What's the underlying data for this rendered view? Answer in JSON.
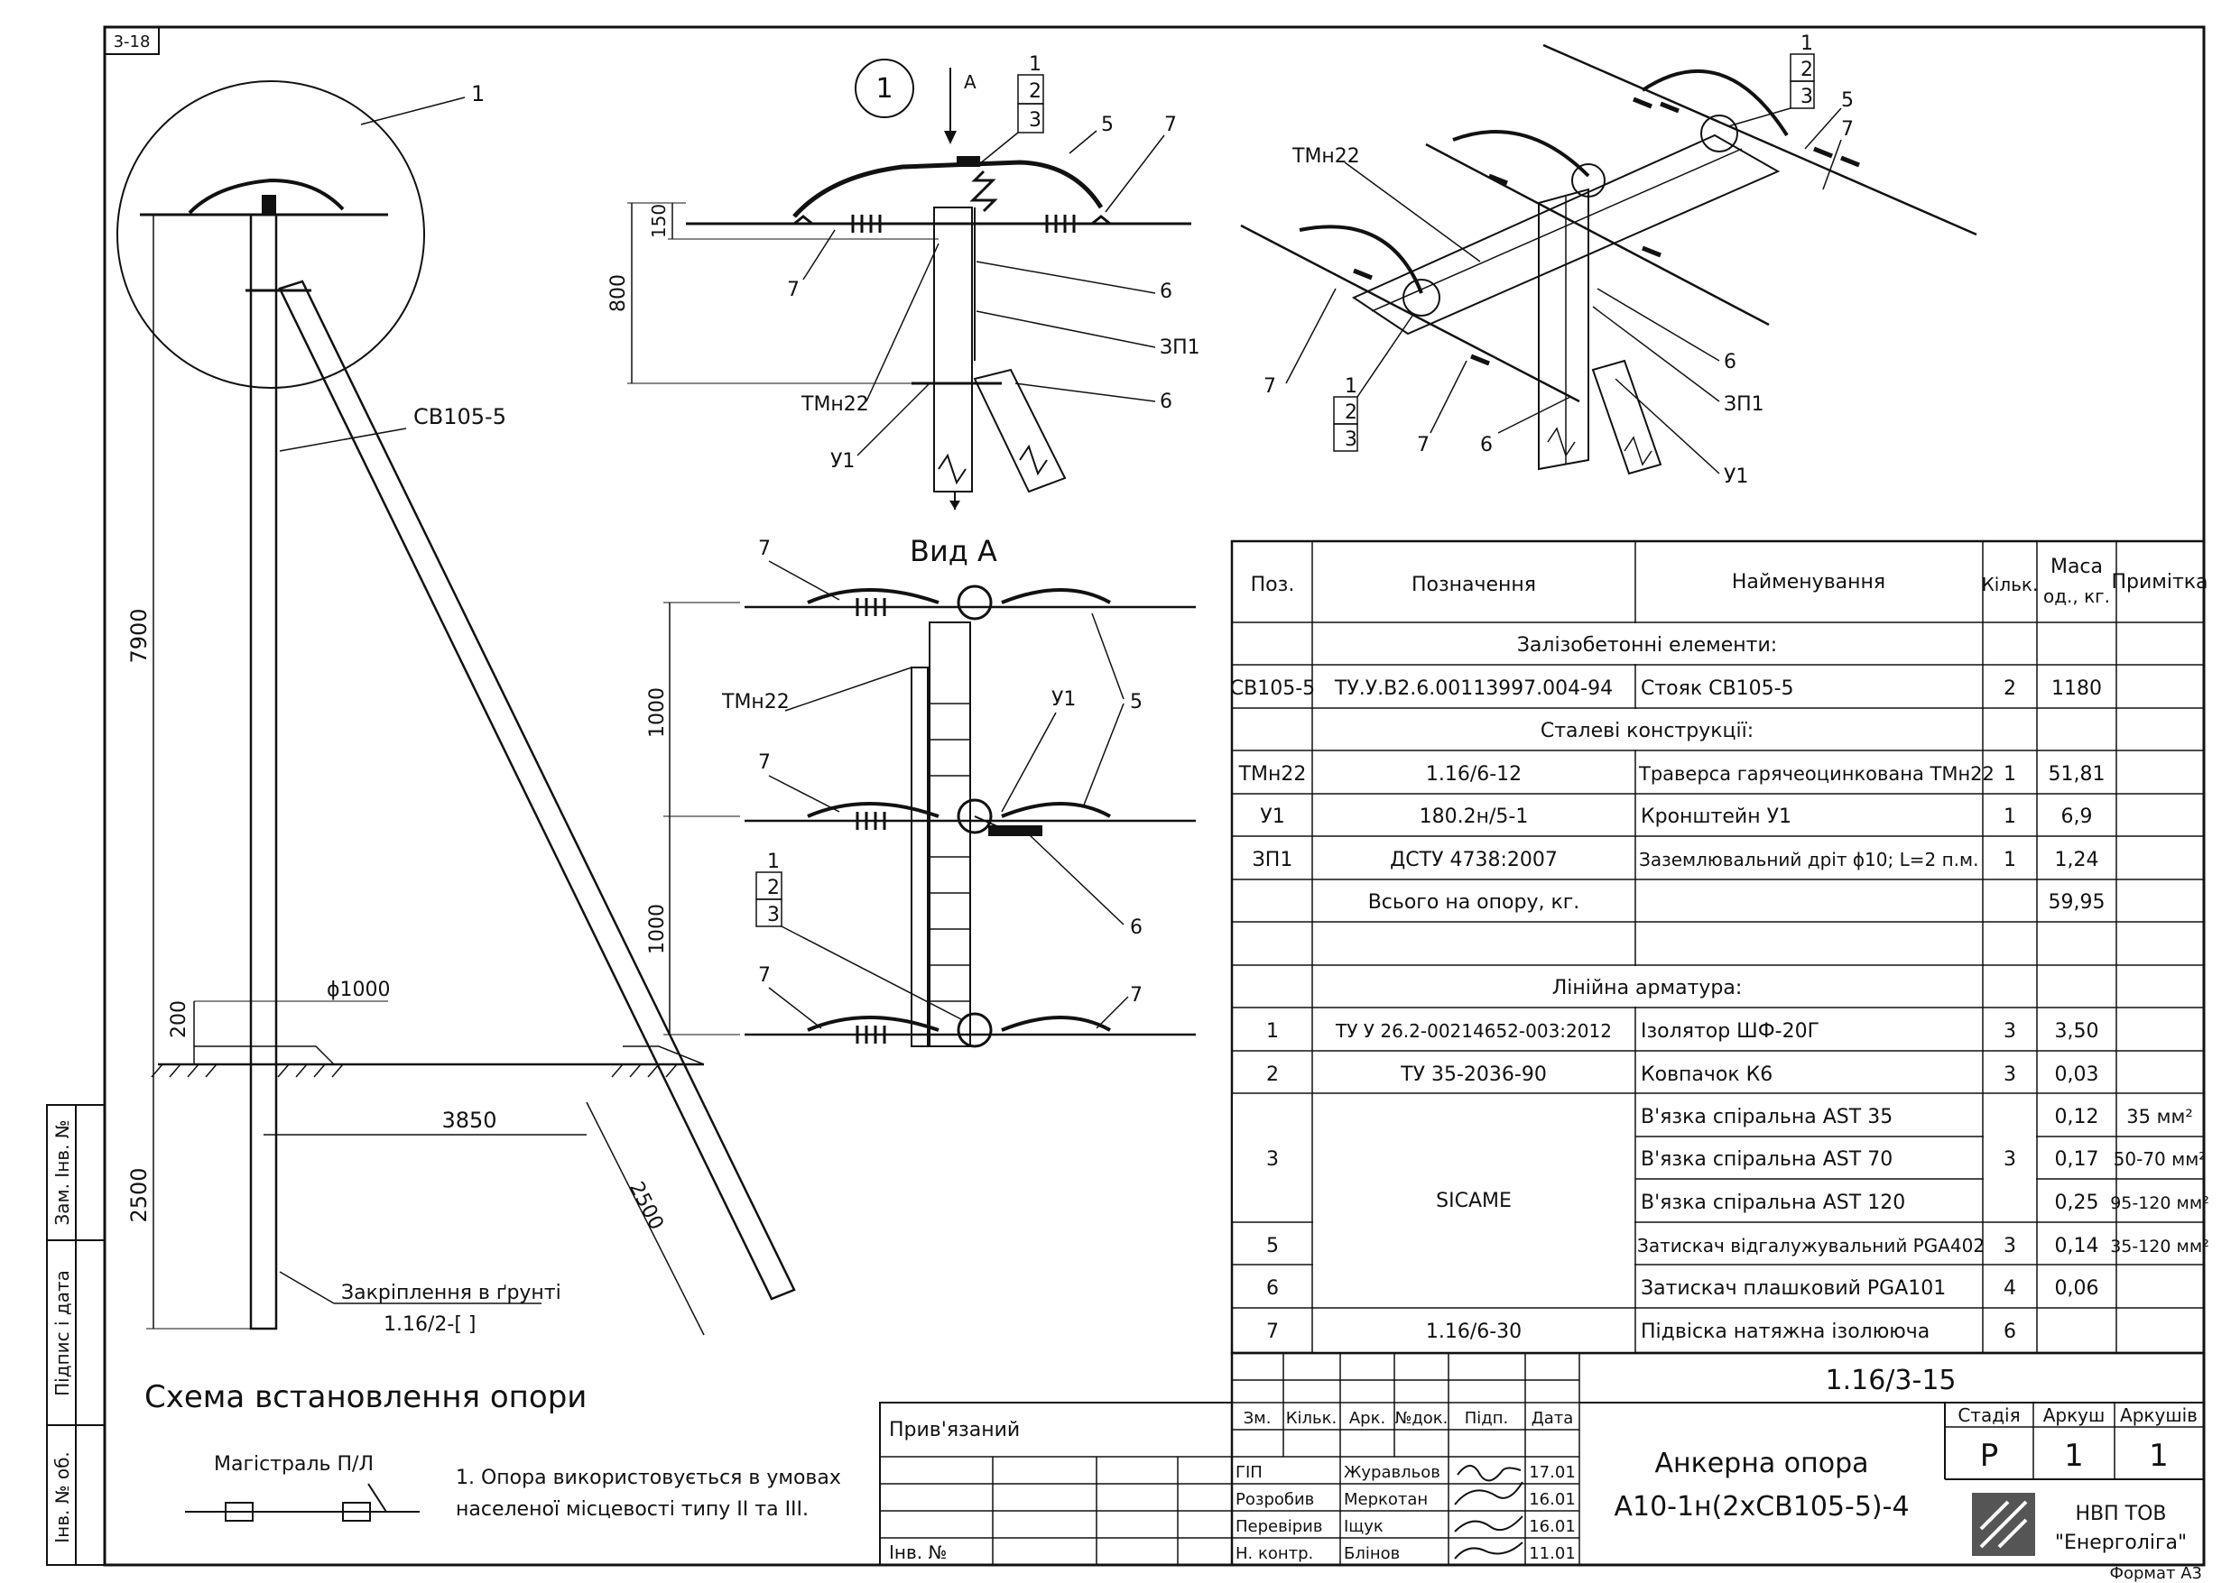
{
  "sheet_code": "3-18",
  "format_label": "Формат А3",
  "left_strip": {
    "inv_no_orig": "Інв. № об.",
    "sign_date": "Підпис і дата",
    "replaced_inv": "Зам. Інв. №"
  },
  "pole_view": {
    "callout_circle": "1",
    "pole_label": "СВ105-5",
    "height_dim": "7900",
    "depth_dim": "2500",
    "dim_200": "200",
    "diameter": "ϕ1000",
    "base_dim": "3850",
    "strut_dim": "2500",
    "anchoring_title": "Закріплення в ґрунті",
    "anchoring_ref": "1.16/2-[     ]"
  },
  "detail_1": {
    "callout": "1",
    "arrow_label": "А",
    "pos_1": "1",
    "pos_2": "2",
    "pos_3": "3",
    "pos_5": "5",
    "pos_7_right": "7",
    "pos_7_left": "7",
    "pos_6_top": "6",
    "pos_zp1": "ЗП1",
    "pos_6_bottom": "6",
    "pos_tmn22": "ТМн22",
    "pos_u1": "У1",
    "dim_800": "800",
    "dim_150": "150"
  },
  "iso_view": {
    "pos_1": "1",
    "pos_2": "2",
    "pos_3": "3",
    "pos_5": "5",
    "pos_7_top": "7",
    "pos_tmn22": "ТМн22",
    "pos_6_right": "6",
    "pos_zp1": "ЗП1",
    "pos_u1": "У1",
    "pos_7_left": "7",
    "pos_1b": "1",
    "pos_2b": "2",
    "pos_3b": "3",
    "pos_7_mid": "7",
    "pos_6_mid": "6"
  },
  "view_a": {
    "title": "Вид А",
    "pos_7_top": "7",
    "pos_tmn22": "ТМн22",
    "pos_5": "5",
    "pos_7_mid": "7",
    "pos_u1": "У1",
    "pos_1": "1",
    "pos_2": "2",
    "pos_3": "3",
    "pos_6": "6",
    "pos_7_bottom_left": "7",
    "pos_7_bottom_right": "7",
    "dim_1000_top": "1000",
    "dim_1000_bottom": "1000"
  },
  "scheme": {
    "title": "Схема встановлення опори",
    "line_label": "Магістраль П/Л",
    "note_line1": "1. Опора використовується в умовах",
    "note_line2": "населеної місцевості типу ІІ та ІІІ."
  },
  "spec_table": {
    "headers": {
      "pos": "Поз.",
      "designation": "Позначення",
      "name": "Найменування",
      "qty": "Кільк.",
      "mass1": "Маса",
      "mass2": "од., кг.",
      "note": "Примітка"
    },
    "section_rc": "Залізобетонні елементи:",
    "section_steel": "Сталеві конструкції:",
    "section_fittings": "Лінійна арматура:",
    "rows": {
      "sv105": {
        "pos": "СВ105-5",
        "des": "ТУ.У.В2.6.00113997.004-94",
        "name": "Стояк СВ105-5",
        "qty": "2",
        "mass": "1180",
        "note": ""
      },
      "tmn22": {
        "pos": "ТМн22",
        "des": "1.16/6-12",
        "name": "Траверса гарячеоцинкована ТМн22",
        "qty": "1",
        "mass": "51,81",
        "note": ""
      },
      "u1": {
        "pos": "У1",
        "des": "180.2н/5-1",
        "name": "Кронштейн У1",
        "qty": "1",
        "mass": "6,9",
        "note": ""
      },
      "zp1": {
        "pos": "ЗП1",
        "des": "ДСТУ 4738:2007",
        "name": "Заземлювальний дріт ϕ10; L=2 п.м.",
        "qty": "1",
        "mass": "1,24",
        "note": ""
      },
      "total": {
        "des": "Всього на опору, кг.",
        "mass": "59,95"
      },
      "r1": {
        "pos": "1",
        "des": "ТУ У 26.2-00214652-003:2012",
        "name": "Ізолятор ШФ-20Г",
        "qty": "3",
        "mass": "3,50",
        "note": ""
      },
      "r2": {
        "pos": "2",
        "des": "ТУ 35-2036-90",
        "name": "Ковпачок К6",
        "qty": "3",
        "mass": "0,03",
        "note": ""
      },
      "r3": {
        "pos": "3",
        "qty": "3",
        "sub": [
          {
            "name": "В'язка спіральна AST 35",
            "mass": "0,12",
            "note": "35 мм²"
          },
          {
            "name": "В'язка спіральна AST 70",
            "mass": "0,17",
            "note": "50-70 мм²"
          },
          {
            "name": "В'язка спіральна AST 120",
            "mass": "0,25",
            "note": "95-120 мм²"
          }
        ]
      },
      "sicame": "SICAME",
      "r5": {
        "pos": "5",
        "name": "Затискач відгалужувальний PGA402",
        "qty": "3",
        "mass": "0,14",
        "note": "35-120 мм²"
      },
      "r6": {
        "pos": "6",
        "name": "Затискач плашковий PGA101",
        "qty": "4",
        "mass": "0,06",
        "note": ""
      },
      "r7": {
        "pos": "7",
        "des": "1.16/6-30",
        "name": "Підвіска натяжна ізолююча",
        "qty": "6",
        "mass": "",
        "note": ""
      }
    }
  },
  "title_block": {
    "doc_code": "1.16/3-15",
    "bound": "Прив'язаний",
    "inv_no": "Інв. №",
    "cols": {
      "zm": "Зм.",
      "kilk": "Кільк.",
      "ark": "Арк.",
      "ndok": "№док.",
      "pidp": "Підп.",
      "data": "Дата"
    },
    "staff": [
      {
        "role": "ГІП",
        "name": "Журавльов",
        "date": "17.01"
      },
      {
        "role": "Розробив",
        "name": "Меркотан",
        "date": "16.01"
      },
      {
        "role": "Перевірив",
        "name": "Іщук",
        "date": "16.01"
      },
      {
        "role": "Н. контр.",
        "name": "Блінов",
        "date": "11.01"
      }
    ],
    "title_line1": "Анкерна опора",
    "title_line2": "А10-1н(2хСВ105-5)-4",
    "stage_label": "Стадія",
    "sheet_label": "Аркуш",
    "sheets_label": "Аркушів",
    "stage": "Р",
    "sheet": "1",
    "sheets": "1",
    "org_line1": "НВП ТОВ",
    "org_line2": "\"Енерголіга\""
  }
}
